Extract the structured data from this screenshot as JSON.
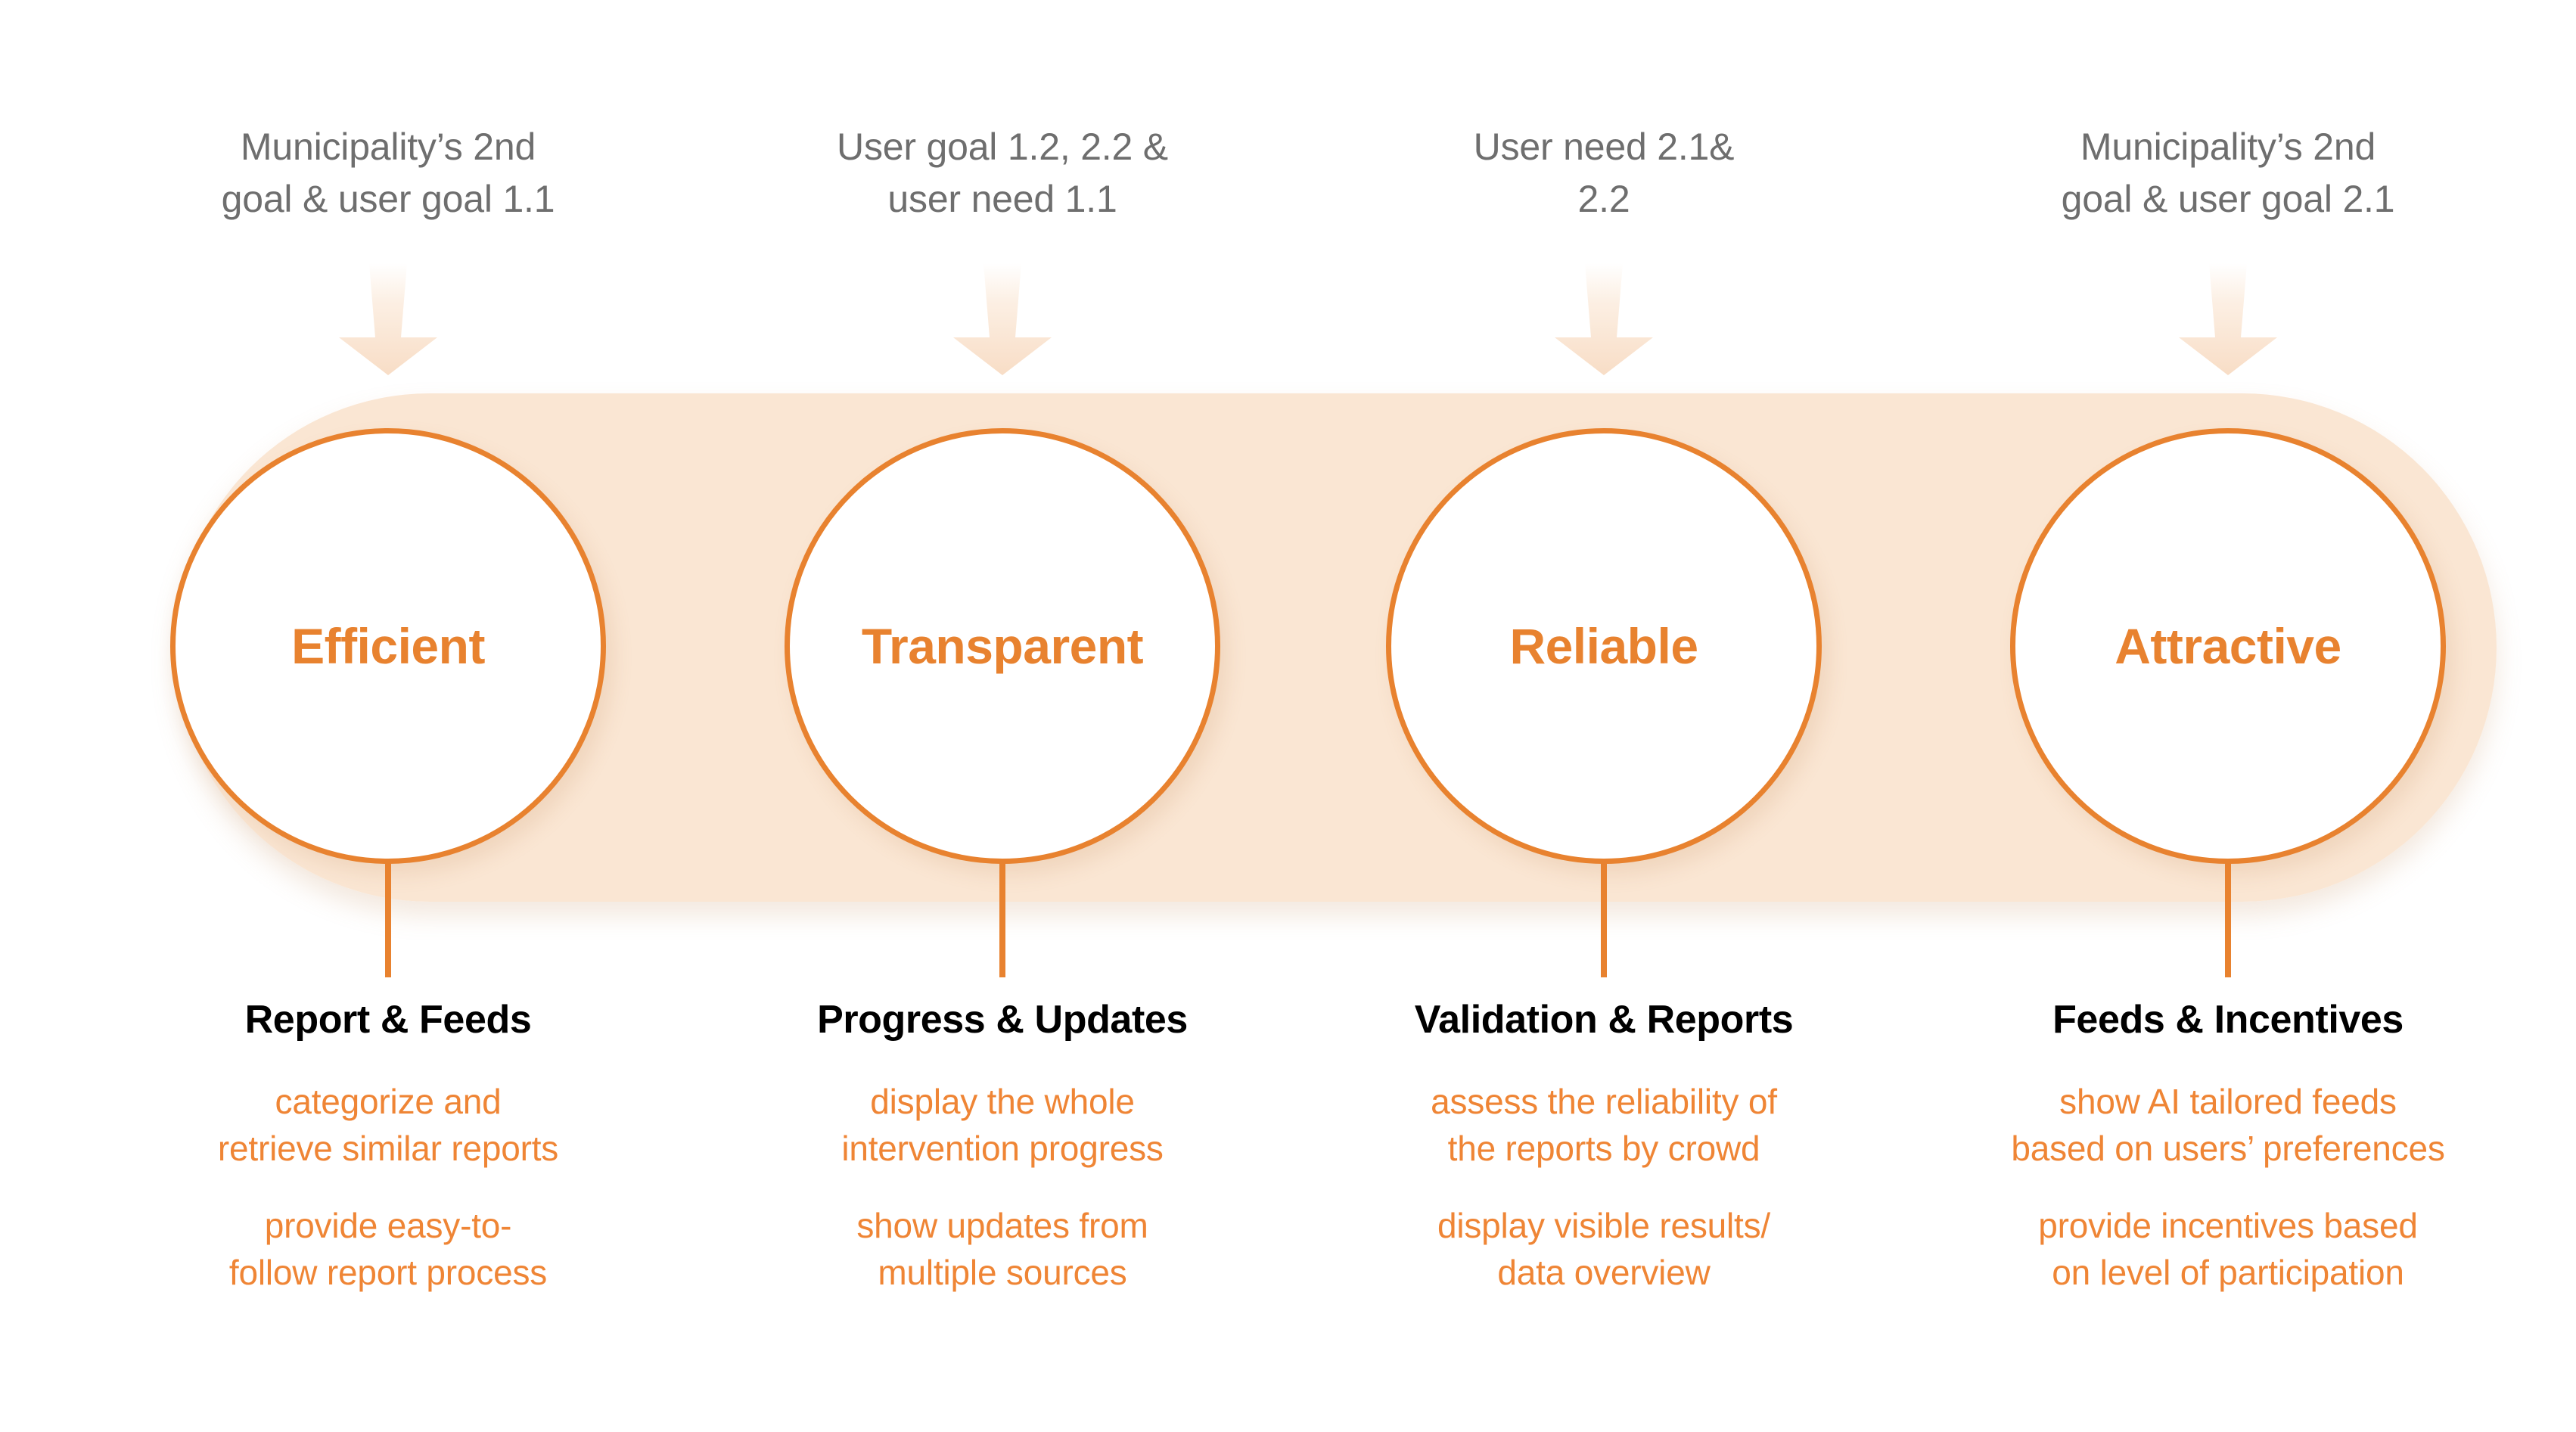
{
  "theme": {
    "orange": "#E8822F",
    "orange_text": "#EF8535",
    "pill_bg": "#FAE6D3",
    "gray_text": "#6E6E6E",
    "title_text": "#000000",
    "page_bg": "#FFFFFF"
  },
  "columns": [
    {
      "source_label": "Municipality’s 2nd\ngoal & user goal 1.1",
      "quality": "Efficient",
      "feature_title": "Report & Feeds",
      "features": [
        "categorize and\nretrieve similar reports",
        "provide easy-to-\nfollow report process"
      ]
    },
    {
      "source_label": "User goal 1.2, 2.2 &\nuser need 1.1",
      "quality": "Transparent",
      "feature_title": "Progress & Updates",
      "features": [
        "display the whole\nintervention progress",
        "show updates from\nmultiple sources"
      ]
    },
    {
      "source_label": "User need 2.1&\n2.2",
      "quality": "Reliable",
      "feature_title": "Validation & Reports",
      "features": [
        "assess the reliability of\nthe reports by crowd",
        "display visible results/\ndata overview"
      ]
    },
    {
      "source_label": "Municipality’s 2nd\ngoal & user goal 2.1",
      "quality": "Attractive",
      "feature_title": "Feeds & Incentives",
      "features": [
        "show AI tailored feeds\nbased on users’ preferences",
        "provide incentives based\non level of participation"
      ]
    }
  ],
  "icons": {
    "arrow": "down-arrow-icon"
  }
}
